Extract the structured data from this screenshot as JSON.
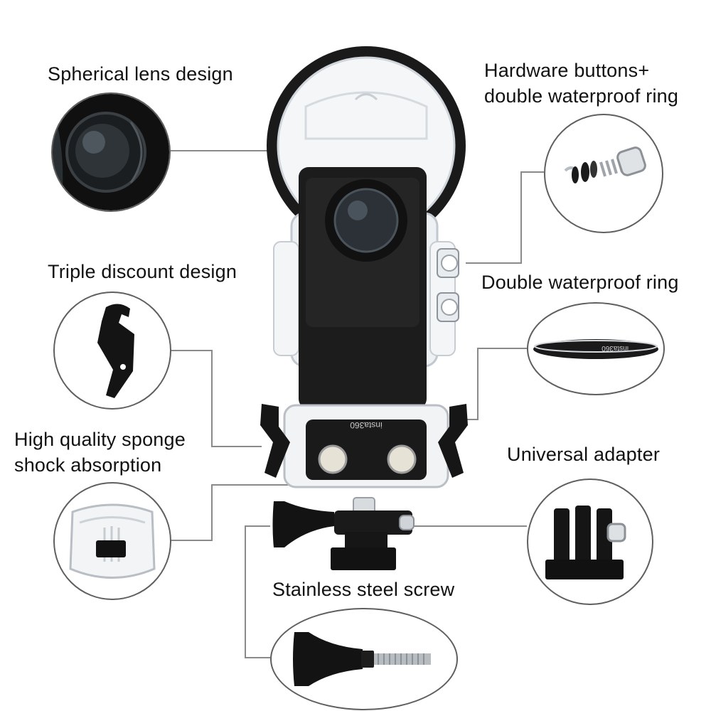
{
  "features": {
    "spherical_lens": {
      "title": "Spherical lens design",
      "icon": "spherical-lens-icon"
    },
    "hardware_buttons": {
      "title_line1": "Hardware buttons+",
      "title_line2": "double waterproof ring",
      "icon": "button-parts-icon"
    },
    "triple_buckle": {
      "title": "Triple discount design",
      "icon": "buckle-clip-icon"
    },
    "double_ring": {
      "title": "Double waterproof ring",
      "icon": "waterproof-ring-icon"
    },
    "sponge": {
      "title_line1": "High quality sponge",
      "title_line2": "shock absorption",
      "icon": "sponge-housing-icon"
    },
    "adapter": {
      "title": "Universal adapter",
      "icon": "universal-adapter-icon"
    },
    "screw": {
      "title": "Stainless steel screw",
      "icon": "thumb-screw-icon"
    }
  },
  "product": {
    "brand_text": "insta360",
    "ring_brand_text": "insta360"
  },
  "colors": {
    "leader_line": "#8a8a8a",
    "housing_black": "#141414",
    "circle_border": "#5f5f5f"
  }
}
